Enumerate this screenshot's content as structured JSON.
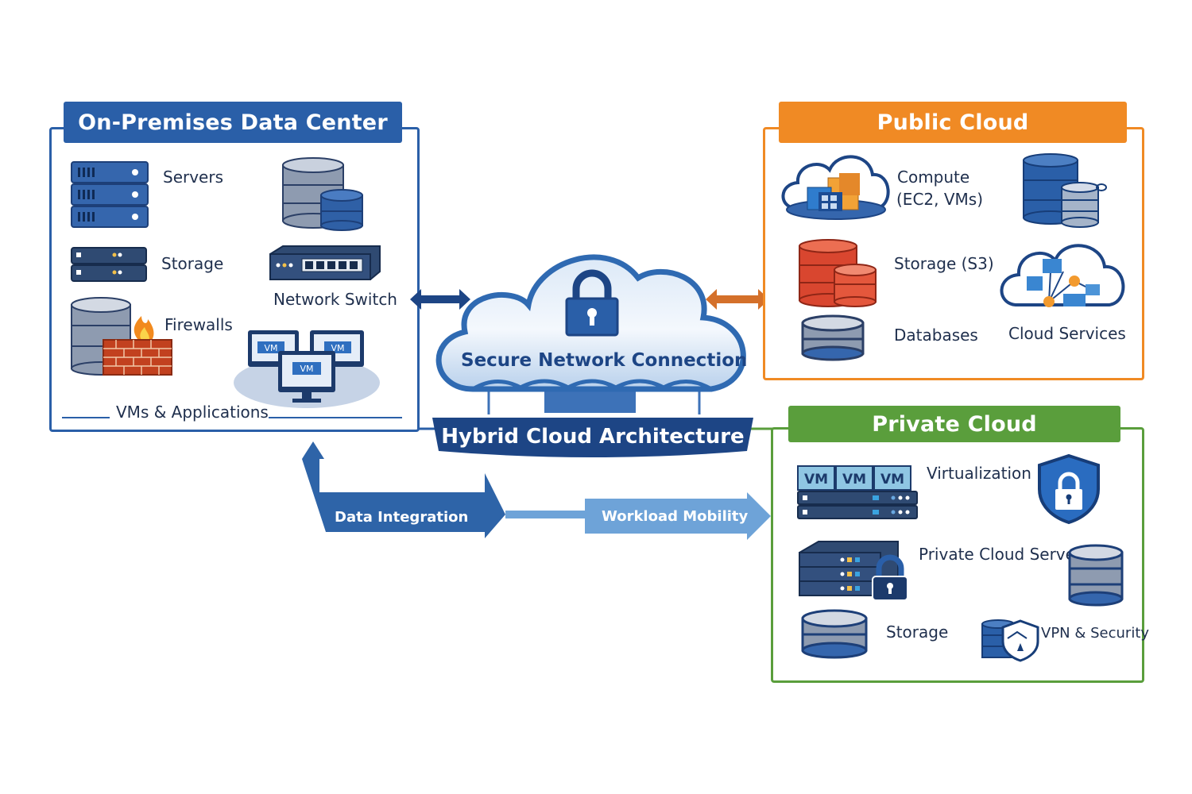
{
  "title": "Hybrid Cloud Architecture",
  "colors": {
    "onprem": "#2a5fa8",
    "public": "#f08a24",
    "private": "#5a9e3c",
    "navy": "#1d4585",
    "text": "#1f2f4d"
  },
  "center": {
    "cloud_label": "Secure Network Connection",
    "banner_label": "Hybrid Cloud Architecture",
    "icon": "padlock-icon"
  },
  "onprem": {
    "title": "On-Premises Data Center",
    "items": [
      {
        "label": "Servers",
        "icon": "server-rack-icon"
      },
      {
        "label": "",
        "icon": "database-icon"
      },
      {
        "label": "Storage",
        "icon": "storage-unit-icon"
      },
      {
        "label": "Network Switch",
        "icon": "network-switch-icon"
      },
      {
        "label": "Firewalls",
        "icon": "firewall-icon"
      },
      {
        "label": "VMs & Applications",
        "icon": "vm-monitors-icon",
        "vm_tag": "VM"
      }
    ]
  },
  "public": {
    "title": "Public Cloud",
    "items": [
      {
        "label": "Compute",
        "sublabel": "(EC2, VMs)",
        "icon": "cloud-compute-icon"
      },
      {
        "label": "",
        "icon": "database-icon"
      },
      {
        "label": "Storage (S3)",
        "icon": "object-storage-icon"
      },
      {
        "label": "Cloud Services",
        "icon": "cloud-services-icon"
      },
      {
        "label": "Databases",
        "icon": "database-icon"
      }
    ]
  },
  "private": {
    "title": "Private Cloud",
    "items": [
      {
        "label": "Virtualization",
        "icon": "vm-server-icon",
        "vm_tag": "VM"
      },
      {
        "label": "",
        "icon": "shield-lock-icon"
      },
      {
        "label": "Private Cloud Servers",
        "icon": "locked-server-icon"
      },
      {
        "label": "",
        "icon": "database-icon"
      },
      {
        "label": "Storage",
        "icon": "database-icon"
      },
      {
        "label": "VPN & Security",
        "icon": "vpn-shield-icon"
      }
    ]
  },
  "flows": {
    "data_integration": "Data Integration",
    "workload_mobility": "Workload Mobility"
  }
}
